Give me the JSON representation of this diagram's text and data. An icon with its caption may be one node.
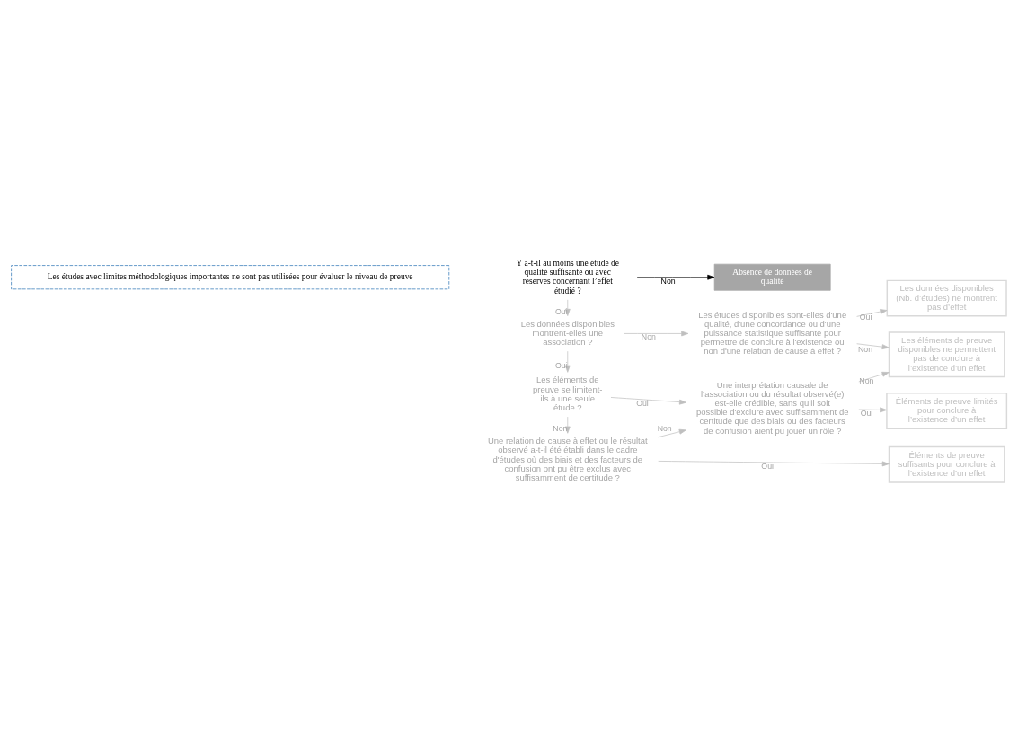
{
  "diagram": {
    "nodes": [
      {
        "text": [
          "Les études avec limites méthodologiques importantes ne sont pas utilisées pour évaluer le niveau de preuve"
        ]
      },
      {
        "text": [
          "Y a-t-il au moins une étude de qualité suffisante ou avec réserves concernant l’effet étudié ?"
        ]
      },
      {
        "text": [
          "Absence de données de qualité"
        ]
      },
      {
        "text": [
          "Les données disponibles montrent-elles une association ?"
        ]
      },
      {
        "text": [
          "Les études disponibles sont-elles d'une qualité, d'une concordance ou d'une puissance statistique suffisante pour permettre de conclure à l'existence ou non d'une relation de cause à effet ?"
        ]
      },
      {
        "text": [
          "Les données disponibles (Nb. d’études) ne montrent pas d’effet"
        ]
      },
      {
        "text": [
          "Les éléments de preuve disponibles ne permettent pas de conclure à l’existence d’un effet"
        ]
      },
      {
        "text": [
          "Les éléments de preuve se limitent-ils à une seule étude ?"
        ]
      },
      {
        "text": [
          "Une interprétation causale de l’association ou du résultat observé(e) est-elle crédible, sans qu’il soit possible d'exclure avec suffisamment de certitude que des biais ou des facteurs de confusion aient pu jouer un rôle ?"
        ]
      },
      {
        "text": [
          "Éléments de preuve limités pour conclure à l’existence d’un effet"
        ]
      },
      {
        "text": [
          "Une relation de cause à effet ou le résultat observé a-t-il été établi dans le cadre d'études où des biais et des facteurs de confusion ont pu être exclus avec suffisamment de certitude ?"
        ]
      },
      {
        "text": [
          "Éléments de preuve suffisants pour conclure à l’existence d’un effet"
        ]
      }
    ],
    "edges": [
      {
        "from": 1,
        "to": 2,
        "arrow": "to",
        "label": "Non",
        "color": "#000000"
      },
      {
        "from": 1,
        "to": 3,
        "arrow": "to",
        "label": "Oui"
      },
      {
        "from": 3,
        "to": 4,
        "arrow": "to",
        "label": "Non"
      },
      {
        "from": 3,
        "to": 7,
        "arrow": "to",
        "label": "Oui"
      },
      {
        "from": 4,
        "to": 5,
        "arrow": "to",
        "label": "Oui"
      },
      {
        "from": 4,
        "to": 6,
        "arrow": "to",
        "label": "Non"
      },
      {
        "from": 8,
        "to": 6,
        "arrow": "to",
        "label": "Non"
      },
      {
        "from": 7,
        "to": 8,
        "arrow": "to",
        "label": "Oui"
      },
      {
        "from": 8,
        "to": 9,
        "arrow": "to",
        "label": "Oui"
      },
      {
        "from": 7,
        "to": 10,
        "arrow": "to",
        "label": "Non"
      },
      {
        "from": 10,
        "to": 8,
        "arrow": "to",
        "label": "Non"
      },
      {
        "from": 10,
        "to": 11,
        "arrow": "to",
        "label": "Oui"
      }
    ]
  }
}
